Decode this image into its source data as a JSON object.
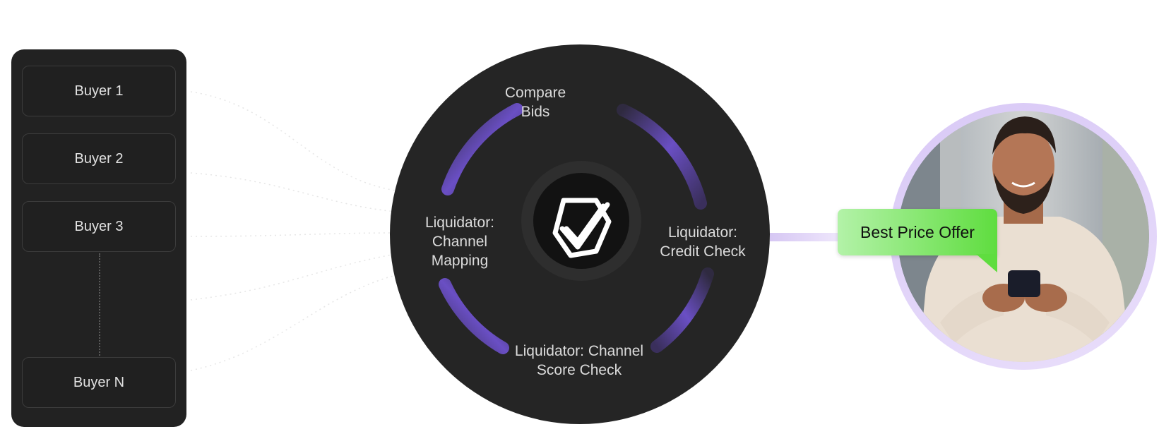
{
  "buyers": {
    "items": [
      {
        "label": "Buyer 1"
      },
      {
        "label": "Buyer 2"
      },
      {
        "label": "Buyer 3"
      },
      {
        "label": "Buyer N"
      }
    ]
  },
  "process": {
    "steps": [
      {
        "label": "Compare\nBids"
      },
      {
        "label": "Liquidator:\nChannel\nMapping"
      },
      {
        "label": "Liquidator:\nCredit Check"
      },
      {
        "label": "Liquidator: Channel\nScore Check"
      }
    ]
  },
  "offer": {
    "label": "Best Price Offer"
  },
  "colors": {
    "panel": "#222222",
    "wheel": "#252525",
    "arc_accent": "#6a4fc4",
    "offer_start": "#b3f2a8",
    "offer_end": "#5fdd3f",
    "ring": "#d9c9f6"
  },
  "icons": {
    "center": "checkmark-box-icon"
  }
}
